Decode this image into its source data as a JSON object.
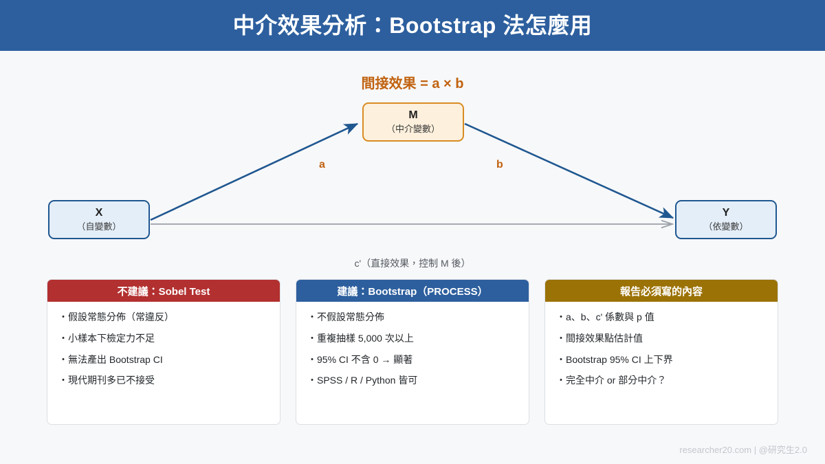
{
  "header": {
    "title": "中介效果分析：Bootstrap 法怎麼用",
    "bg_color": "#2d5f9e",
    "text_color": "#ffffff"
  },
  "diagram": {
    "indirect_effect_label": "間接效果 = a × b",
    "indirect_effect_color": "#c1620f",
    "nodes": [
      {
        "key": "M",
        "sub": "（中介變數）",
        "fill": "#fdf0dc",
        "border": "#d98b22"
      },
      {
        "key": "X",
        "sub": "（自變數）",
        "fill": "#e4eef8",
        "border": "#1f5790"
      },
      {
        "key": "Y",
        "sub": "（依變數）",
        "fill": "#e4eef8",
        "border": "#1f5790"
      }
    ],
    "paths": [
      {
        "label": "a",
        "from": "X",
        "to": "M",
        "color": "#1f5790"
      },
      {
        "label": "b",
        "from": "M",
        "to": "Y",
        "color": "#1f5790"
      },
      {
        "label": "c'",
        "from": "X",
        "to": "Y",
        "color": "#9aa0a6"
      }
    ],
    "direct_effect_label": "c'（直接效果，控制 M 後）",
    "direct_effect_color": "#555a60"
  },
  "cards": [
    {
      "title": "不建議：Sobel Test",
      "accent": "#b33030",
      "accent_class": "red",
      "bullets": [
        "假設常態分佈（常違反）",
        "小樣本下檢定力不足",
        "無法產出 Bootstrap CI",
        "現代期刊多已不接受"
      ]
    },
    {
      "title": "建議：Bootstrap（PROCESS）",
      "accent": "#2d5f9e",
      "accent_class": "blue",
      "bullets": [
        "不假設常態分佈",
        "重複抽樣 5,000 次以上",
        "95% CI 不含 0 → 顯著",
        "SPSS / R / Python 皆可"
      ]
    },
    {
      "title": "報告必須寫的內容",
      "accent": "#9b7205",
      "accent_class": "gold",
      "bullets": [
        "a、b、c' 係數與 p 值",
        "間接效果點估計值",
        "Bootstrap 95% CI 上下界",
        "完全中介 or 部分中介？"
      ]
    }
  ],
  "footer": {
    "text": "researcher20.com | @研究生2.0"
  }
}
